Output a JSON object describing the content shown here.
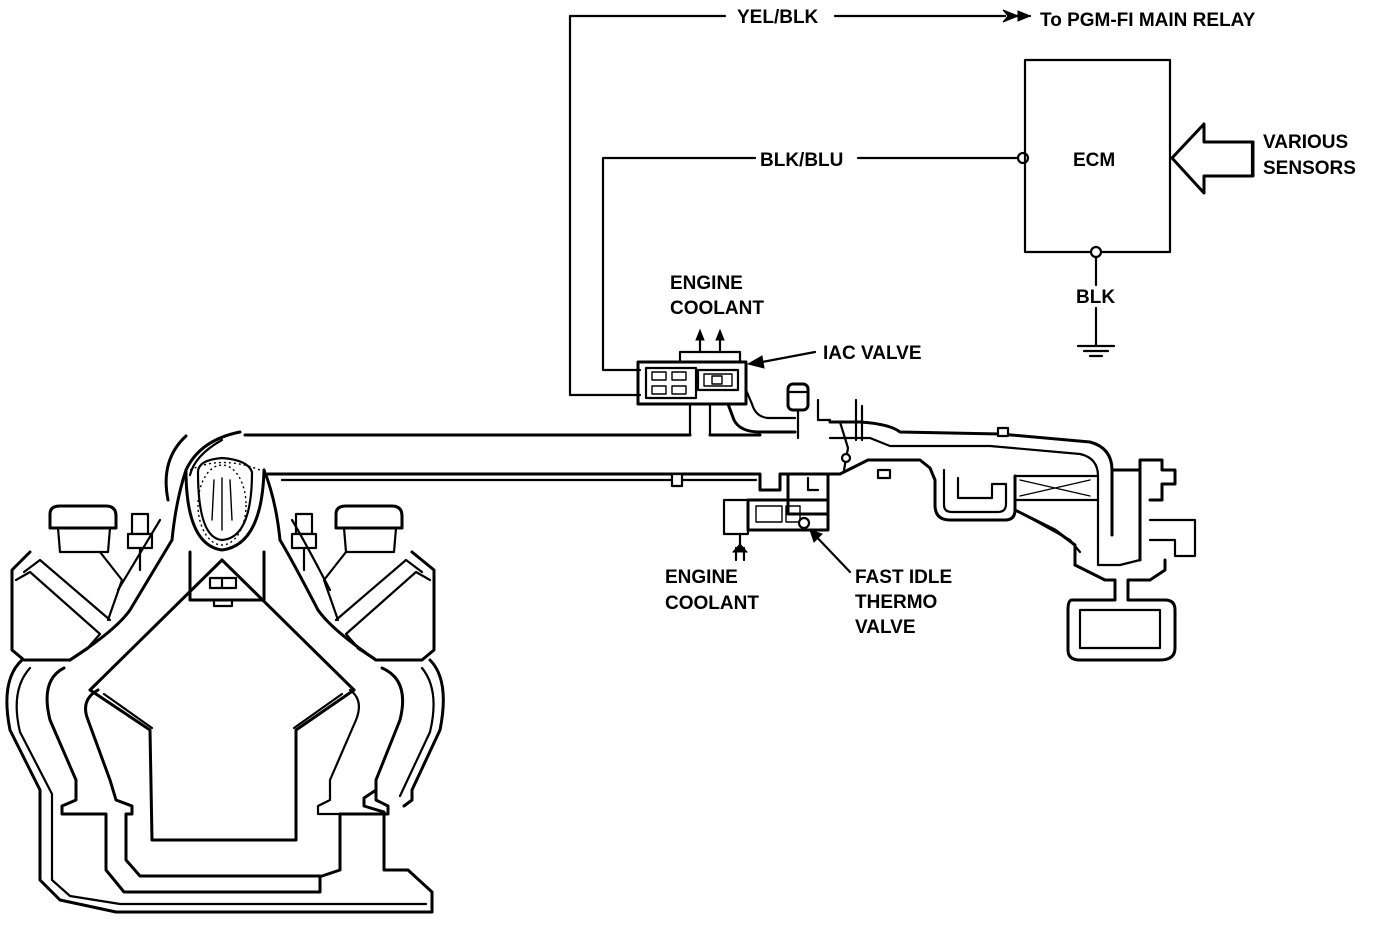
{
  "labels": {
    "yel_blk": "YEL/BLK",
    "main_relay": "To PGM-FI MAIN RELAY",
    "blk_blu": "BLK/BLU",
    "ecm": "ECM",
    "various": "VARIOUS",
    "sensors": "SENSORS",
    "blk": "BLK",
    "engine_coolant_top_1": "ENGINE",
    "engine_coolant_top_2": "COOLANT",
    "iac_valve": "IAC VALVE",
    "engine_coolant_bottom_1": "ENGINE",
    "engine_coolant_bottom_2": "COOLANT",
    "fast_idle_1": "FAST IDLE",
    "fast_idle_2": "THERMO",
    "fast_idle_3": "VALVE"
  },
  "colors": {
    "ink": "#000000",
    "paper": "#ffffff"
  }
}
